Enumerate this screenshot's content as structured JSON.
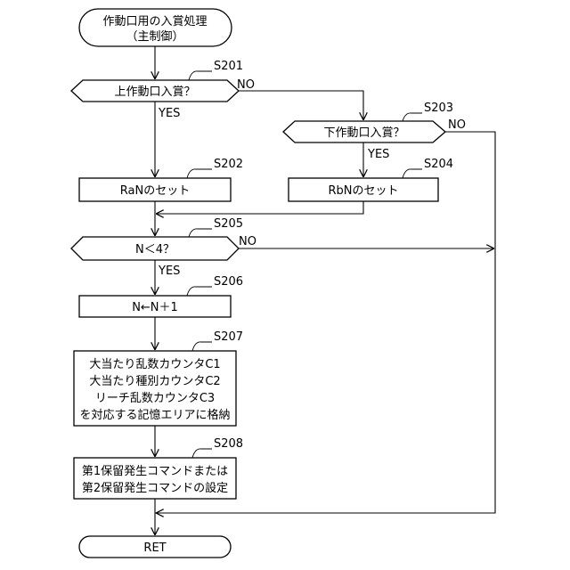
{
  "start": {
    "line1": "作動口用の入賞処理",
    "line2": "（主制御）"
  },
  "steps": {
    "s201": {
      "id": "S201",
      "label": "上作動口入賞？",
      "yes": "YES",
      "no": "NO"
    },
    "s202": {
      "id": "S202",
      "label": "RaNのセット"
    },
    "s203": {
      "id": "S203",
      "label": "下作動口入賞？",
      "yes": "YES",
      "no": "NO"
    },
    "s204": {
      "id": "S204",
      "label": "RbNのセット"
    },
    "s205": {
      "id": "S205",
      "label": "N＜4？",
      "yes": "YES",
      "no": "NO"
    },
    "s206": {
      "id": "S206",
      "label": "N←N＋1"
    },
    "s207": {
      "id": "S207",
      "lines": [
        "大当たり乱数カウンタC1",
        "大当たり種別カウンタC2",
        "リーチ乱数カウンタC3",
        "を対応する記憶エリアに格納"
      ]
    },
    "s208": {
      "id": "S208",
      "lines": [
        "第1保留発生コマンドまたは",
        "第2保留発生コマンドの設定"
      ]
    }
  },
  "end": {
    "label": "RET"
  }
}
